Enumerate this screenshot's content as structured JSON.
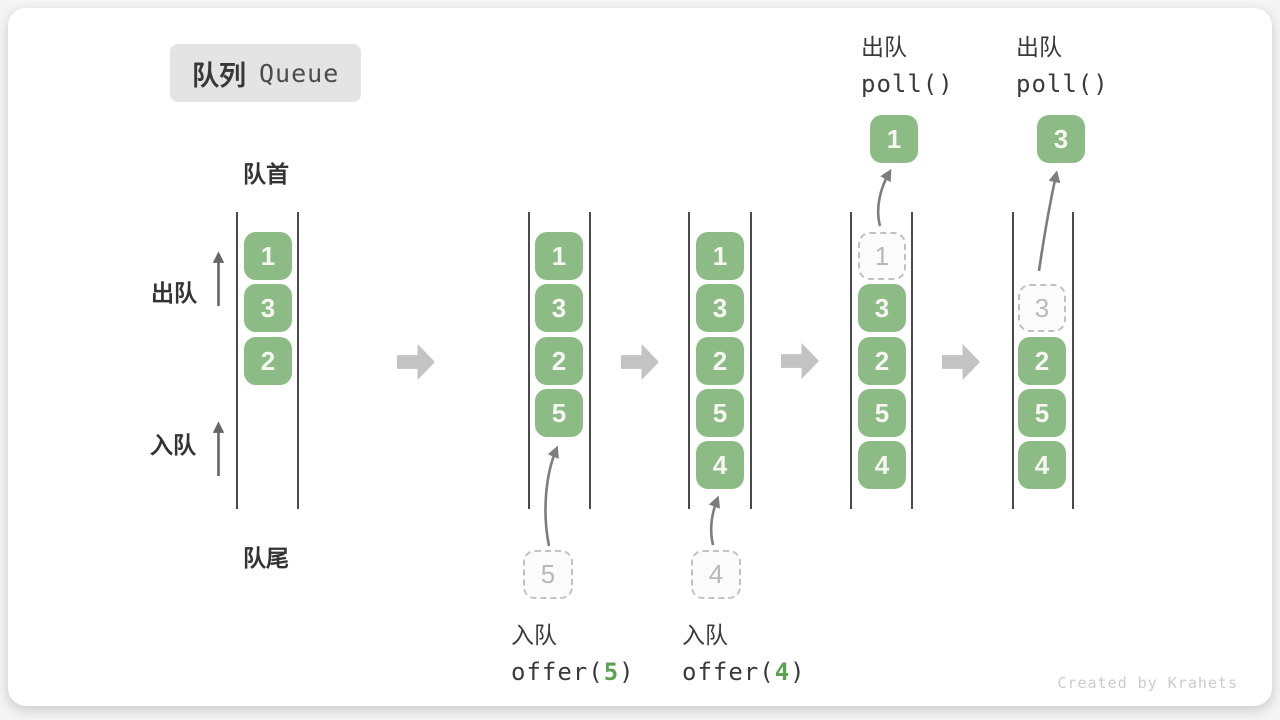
{
  "title": {
    "zh": "队列",
    "en": "Queue"
  },
  "side_labels": {
    "front": "队首",
    "rear": "队尾",
    "dequeue": "出队",
    "enqueue": "入队"
  },
  "states": [
    {
      "name": "initial",
      "boxes": [
        {
          "value": "1"
        },
        {
          "value": "3"
        },
        {
          "value": "2"
        }
      ]
    },
    {
      "name": "after-offer-5",
      "boxes": [
        {
          "value": "1"
        },
        {
          "value": "3"
        },
        {
          "value": "2"
        },
        {
          "value": "5"
        }
      ],
      "pending": "5"
    },
    {
      "name": "after-offer-4",
      "boxes": [
        {
          "value": "1"
        },
        {
          "value": "3"
        },
        {
          "value": "2"
        },
        {
          "value": "5"
        },
        {
          "value": "4"
        }
      ],
      "pending": "4"
    },
    {
      "name": "after-poll-1",
      "boxes": [
        {
          "value": "1",
          "dashed": true
        },
        {
          "value": "3"
        },
        {
          "value": "2"
        },
        {
          "value": "5"
        },
        {
          "value": "4"
        }
      ],
      "polled": "1"
    },
    {
      "name": "after-poll-3",
      "boxes": [
        {
          "value": "3",
          "dashed": true
        },
        {
          "value": "2"
        },
        {
          "value": "5"
        },
        {
          "value": "4"
        }
      ],
      "polled": "3"
    }
  ],
  "operations": {
    "offer5": {
      "label": "入队",
      "fn": "offer(",
      "arg": "5",
      "close": ")"
    },
    "offer4": {
      "label": "入队",
      "fn": "offer(",
      "arg": "4",
      "close": ")"
    },
    "poll1": {
      "label": "出队",
      "code": "poll()"
    },
    "poll2": {
      "label": "出队",
      "code": "poll()"
    }
  },
  "colors": {
    "item_green": "#8cbb86",
    "code_arg_green": "#5ba351",
    "dashed_gray": "#c0c0c0",
    "wall_gray": "#4a4a4a",
    "block_arrow_gray": "#c3c3c3",
    "title_bg": "#e4e4e4"
  },
  "footer": {
    "credit": "Created by Krahets"
  }
}
